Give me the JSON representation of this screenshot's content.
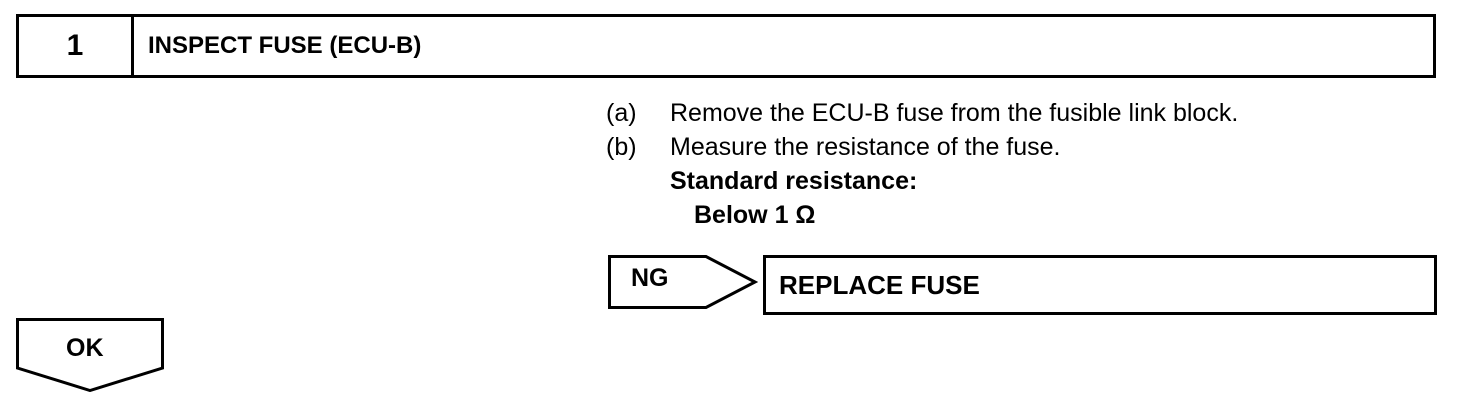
{
  "step": {
    "number": "1",
    "title": "INSPECT FUSE (ECU-B)"
  },
  "instructions": [
    {
      "letter": "(a)",
      "text": "Remove the ECU-B fuse from the fusible link block."
    },
    {
      "letter": "(b)",
      "text": "Measure the resistance of the fuse."
    }
  ],
  "standard": {
    "label": "Standard resistance:",
    "value": "Below 1 Ω"
  },
  "ng": {
    "label": "NG",
    "action": "REPLACE FUSE"
  },
  "ok": {
    "label": "OK"
  }
}
